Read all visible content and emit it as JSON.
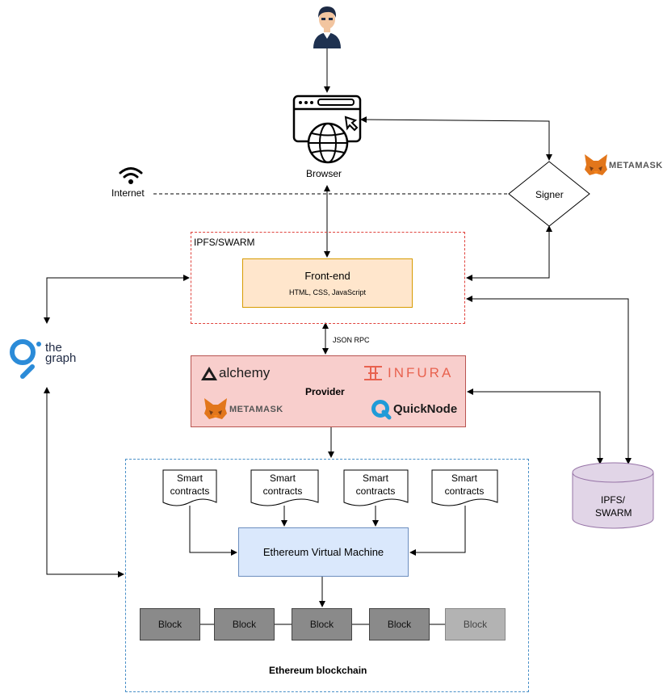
{
  "user": {
    "icon": "user-avatar-icon"
  },
  "browser": {
    "label": "Browser",
    "icon": "browser-window-icon"
  },
  "internet": {
    "label": "Internet",
    "icon": "wifi-icon"
  },
  "signer": {
    "label": "Signer"
  },
  "metamask_top": {
    "name": "METAMASK",
    "icon": "metamask-fox-icon"
  },
  "ipfs_zone": {
    "label": "IPFS/SWARM"
  },
  "frontend": {
    "title": "Front-end",
    "subtitle": "HTML, CSS, JavaScript"
  },
  "thegraph": {
    "line1": "the",
    "line2": "graph",
    "icon": "thegraph-logo-icon"
  },
  "jsonrpc": {
    "label": "JSON RPC"
  },
  "provider": {
    "label": "Provider",
    "brands": {
      "alchemy": "alchemy",
      "infura": "INFURA",
      "metamask": "METAMASK",
      "quicknode": "QuickNode"
    }
  },
  "storage": {
    "line1": "IPFS/",
    "line2": "SWARM"
  },
  "contracts": [
    {
      "line1": "Smart",
      "line2": "contracts"
    },
    {
      "line1": "Smart",
      "line2": "contracts"
    },
    {
      "line1": "Smart",
      "line2": "contracts"
    },
    {
      "line1": "Smart",
      "line2": "contracts"
    }
  ],
  "evm": {
    "label": "Ethereum Virtual Machine"
  },
  "blocks": [
    {
      "label": "Block"
    },
    {
      "label": "Block"
    },
    {
      "label": "Block"
    },
    {
      "label": "Block"
    },
    {
      "label": "Block"
    }
  ],
  "eth_zone": {
    "label": "Ethereum blockchain"
  },
  "colors": {
    "frontend_fill": "#ffe6cc",
    "provider_fill": "#f8cecc",
    "evm_fill": "#dae8fc",
    "storage_fill": "#e1d5e7",
    "ipfs_border": "#e0443e",
    "eth_border": "#4a90c8",
    "infura": "#e8624f",
    "quicknode": "#1f9bd8",
    "thegraph": "#2b8bd8"
  }
}
